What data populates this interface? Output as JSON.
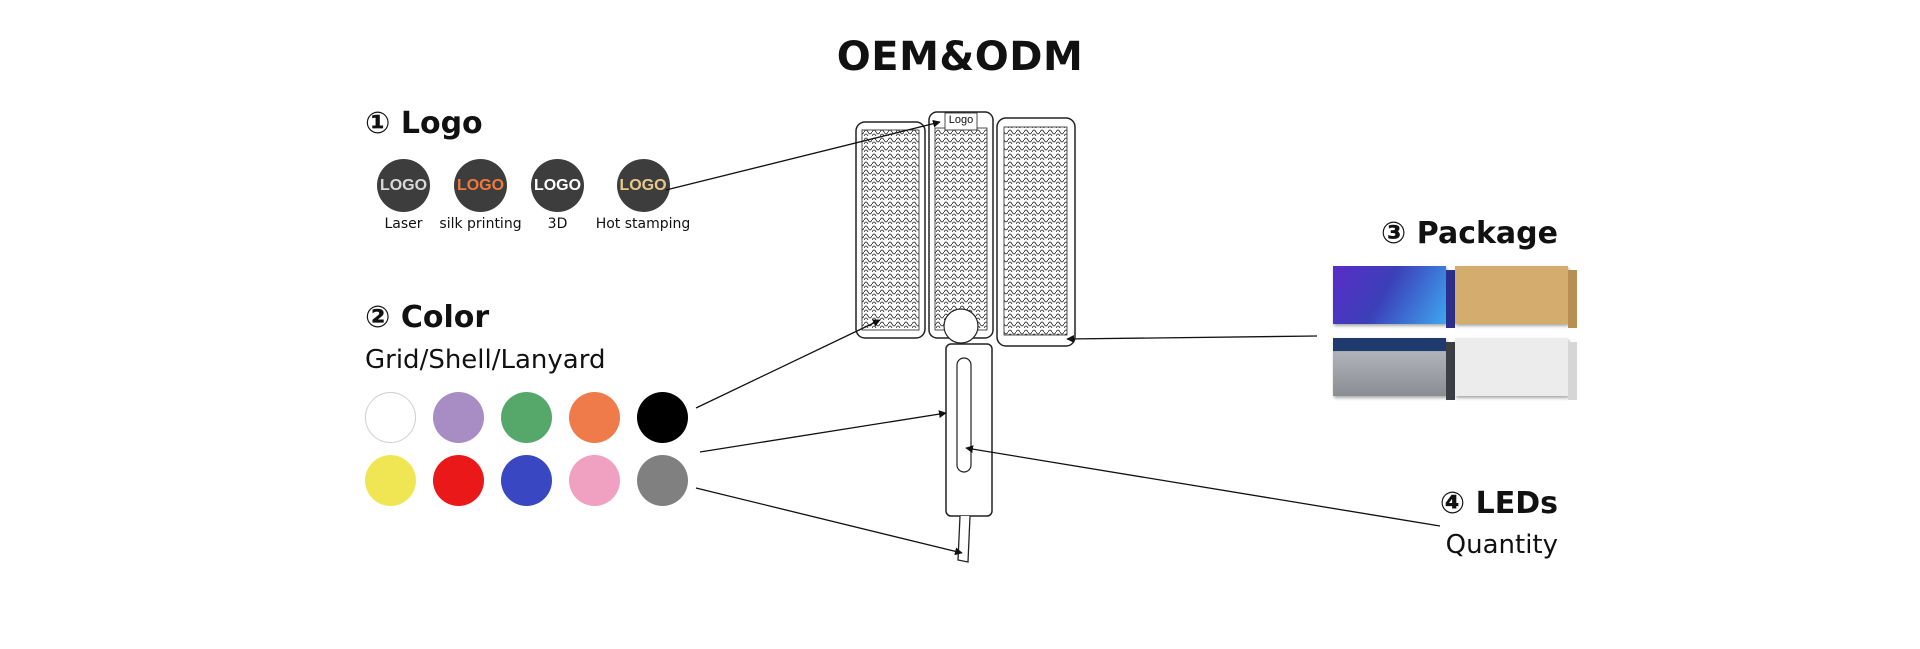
{
  "title": "OEM&ODM",
  "logo_section": {
    "heading": "① Logo",
    "options": [
      {
        "label": "Laser",
        "text": "LOGO",
        "text_color": "#d9d9d9"
      },
      {
        "label": "silk printing",
        "text": "LOGO",
        "text_color": "#f07a3c"
      },
      {
        "label": "3D",
        "text": "LOGO",
        "text_color": "#ffffff"
      },
      {
        "label": "Hot stamping",
        "text": "LOGO",
        "text_color": "#e8c98c"
      }
    ]
  },
  "color_section": {
    "heading": "② Color",
    "subtitle": "Grid/Shell/Lanyard",
    "swatches": [
      "#ffffff",
      "#a88cc4",
      "#55a86a",
      "#ef7b4a",
      "#000000",
      "#f0e654",
      "#ea1818",
      "#3a47c2",
      "#f0a0c0",
      "#808080"
    ]
  },
  "package_section": {
    "heading": "③ Package",
    "boxes": [
      {
        "name": "blue-gradient-box",
        "color": "#3b3fb8"
      },
      {
        "name": "kraft-box",
        "color": "#d4ac6e"
      },
      {
        "name": "grey-box",
        "color": "#8a8d92"
      },
      {
        "name": "white-box",
        "color": "#ececec"
      }
    ]
  },
  "leds_section": {
    "heading": "④ LEDs",
    "subtitle": "Quantity"
  },
  "product": {
    "logo_label": "Logo"
  }
}
